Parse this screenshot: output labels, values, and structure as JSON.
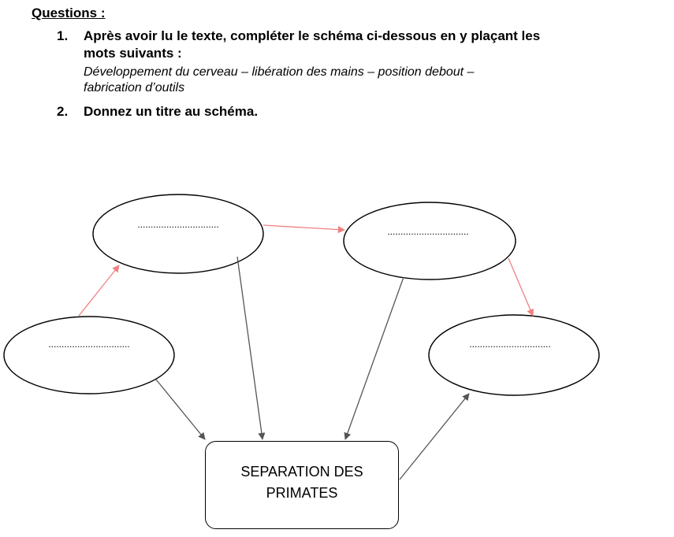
{
  "questions_heading": "Questions :",
  "questions": [
    {
      "number": "1.",
      "line1": "Après avoir lu le texte, compléter le schéma ci-dessous en y plaçant les",
      "line2": "mots suivants :",
      "words_line1": "Développement du cerveau – libération des mains – position debout –",
      "words_line2": "fabrication d’outils"
    },
    {
      "number": "2.",
      "line1": "Donnez un titre au schéma."
    }
  ],
  "diagram": {
    "blank": "...............................",
    "center_box": {
      "line1": "SEPARATION DES",
      "line2": "PRIMATES"
    },
    "colors": {
      "outline": "#000000",
      "red_arrow": "#f08080",
      "gray_arrow": "#555555"
    }
  }
}
